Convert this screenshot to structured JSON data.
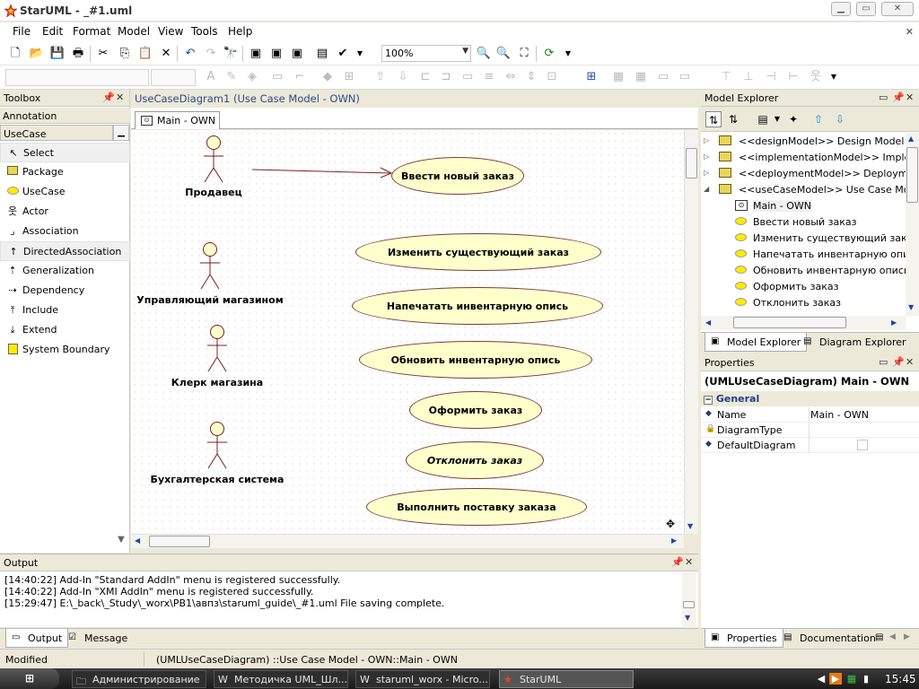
{
  "window": {
    "title": "StarUML - _#1.uml"
  },
  "menu": [
    "File",
    "Edit",
    "Format",
    "Model",
    "View",
    "Tools",
    "Help"
  ],
  "toolbar": {
    "zoom": "100%"
  },
  "toolbox": {
    "title": "Toolbox",
    "groups": [
      "Annotation",
      "UseCase"
    ],
    "tools": [
      "Select",
      "Package",
      "UseCase",
      "Actor",
      "Association",
      "DirectedAssociation",
      "Generalization",
      "Dependency",
      "Include",
      "Extend",
      "System Boundary"
    ]
  },
  "diagram": {
    "header": "UseCaseDiagram1 (Use Case Model - OWN)",
    "tab": "Main - OWN",
    "actors": [
      "Продавец",
      "Управляющий магазином",
      "Клерк магазина",
      "Бухгалтерская система"
    ],
    "usecases": [
      "Ввести новый заказ",
      "Изменить существующий заказ",
      "Напечатать инвентарную опись",
      "Обновить инвентарную опись",
      "Оформить заказ",
      "Отклонить заказ",
      "Выполнить поставку заказа"
    ]
  },
  "explorer": {
    "title": "Model Explorer",
    "items": [
      "<<designModel>> Design Model",
      "<<implementationModel>> Implementation Model",
      "<<deploymentModel>> Deployment Model",
      "<<useCaseModel>> Use Case Model",
      "Main - OWN",
      "Ввести новый заказ",
      "Изменить существующий заказ",
      "Напечатать инвентарную опись",
      "Обновить инвентарную опись",
      "Оформить заказ",
      "Отклонить заказ"
    ],
    "tabs": [
      "Model Explorer",
      "Diagram Explorer"
    ]
  },
  "properties": {
    "title": "Properties",
    "element": "(UMLUseCaseDiagram) Main - OWN",
    "group": "General",
    "rows": [
      {
        "name": "Name",
        "value": "Main - OWN"
      },
      {
        "name": "DiagramType",
        "value": ""
      },
      {
        "name": "DefaultDiagram",
        "value": ""
      }
    ],
    "tabs": [
      "Properties",
      "Documentation"
    ]
  },
  "output": {
    "title": "Output",
    "lines": [
      "[14:40:22]  Add-In \"Standard AddIn\" menu is registered successfully.",
      "[14:40:22]  Add-In \"XMI AddIn\" menu is registered successfully.",
      "[15:29:47]  E:\\_back\\_Study\\_worx\\PB1\\авпз\\staruml_guide\\_#1.uml File saving complete."
    ],
    "tabs": [
      "Output",
      "Message"
    ]
  },
  "status": {
    "mode": "Modified",
    "path": "(UMLUseCaseDiagram) ::Use Case Model - OWN::Main - OWN"
  },
  "taskbar": {
    "tasks": [
      "Администрирование",
      "Методичка UML_Шл...",
      "staruml_worx - Micro...",
      "StarUML"
    ],
    "clock": "15:45"
  }
}
